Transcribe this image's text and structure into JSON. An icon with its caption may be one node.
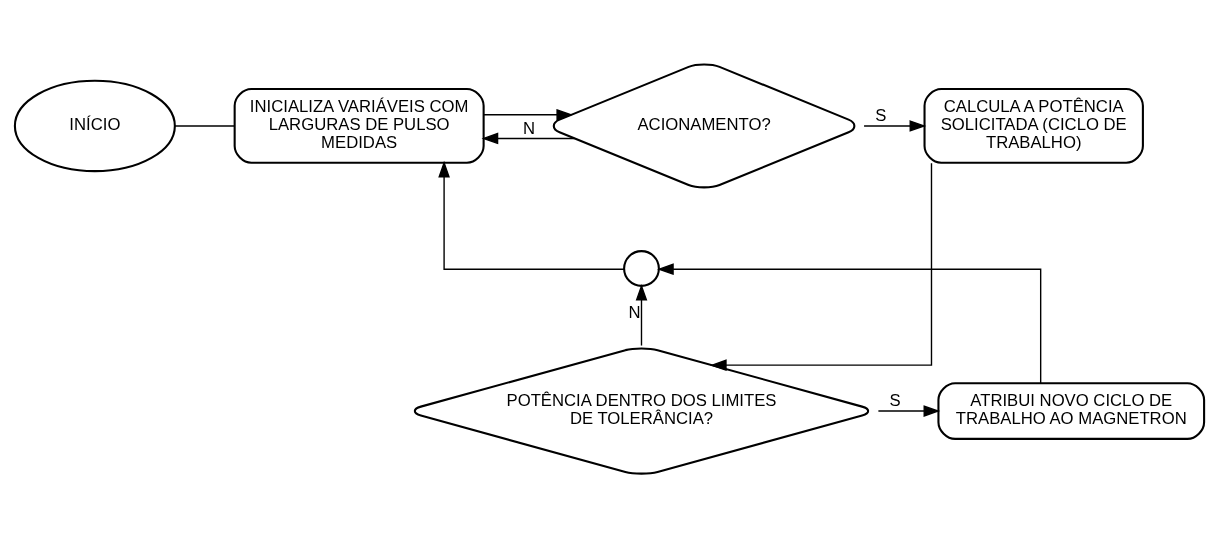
{
  "diagram": {
    "nodes": [
      {
        "text": [
          "INÍCIO"
        ]
      },
      {
        "text": [
          "INICIALIZA VARIÁVEIS COM LARGURAS DE PULSO MEDIDAS"
        ]
      },
      {
        "text": [
          "ACIONAMENTO?"
        ]
      },
      {
        "text": [
          "CALCULA A POTÊNCIA SOLICITADA (CICLO DE TRABALHO)"
        ]
      },
      {
        "text": [
          "POTÊNCIA DENTRO DOS LIMITES DE TOLERÂNCIA?"
        ]
      },
      {
        "text": [
          "ATRIBUI NOVO CICLO DE TRABALHO AO MAGNETRON"
        ]
      },
      {
        "text": [],
        "shape": "circle"
      }
    ],
    "edges": [
      {
        "from": 0,
        "to": 1,
        "arrow": "none"
      },
      {
        "from": 1,
        "to": 2,
        "arrow": "to"
      },
      {
        "from": 2,
        "to": 1,
        "label": "N",
        "arrow": "to"
      },
      {
        "from": 2,
        "to": 3,
        "label": "S",
        "arrow": "to"
      },
      {
        "from": 3,
        "to": 4,
        "arrow": "to"
      },
      {
        "from": 4,
        "to": 6,
        "label": "N",
        "arrow": "to"
      },
      {
        "from": 4,
        "to": 5,
        "label": "S",
        "arrow": "to"
      },
      {
        "from": 5,
        "to": 6,
        "arrow": "to"
      },
      {
        "from": 6,
        "to": 1,
        "arrow": "to"
      }
    ]
  }
}
